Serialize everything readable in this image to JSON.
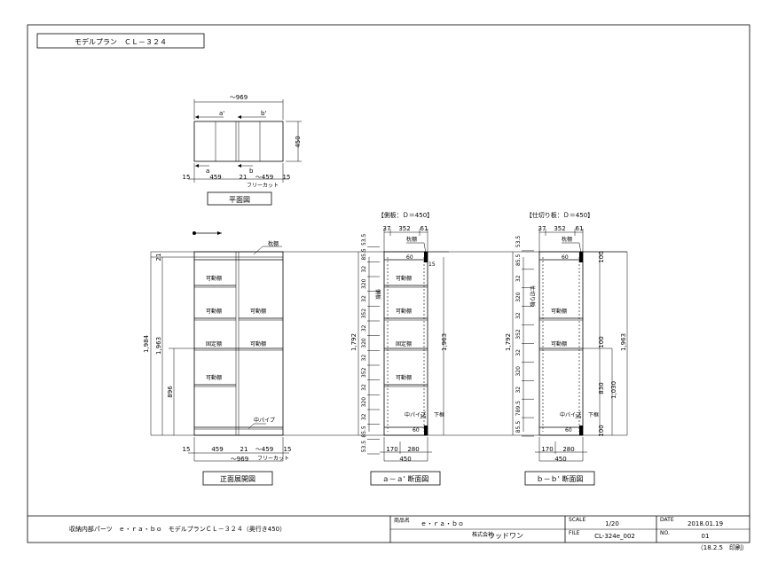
{
  "title": "モデルプラン　ＣＬ－３２４",
  "plan": {
    "top_width": "～969",
    "a_prime": "a'",
    "b_prime": "b'",
    "a": "a",
    "b": "b",
    "depth": "450",
    "dims": [
      "15",
      "459",
      "21",
      "～459",
      "15"
    ],
    "free_cut": "フリーカット",
    "label": "平面図"
  },
  "front": {
    "label": "正面展開図",
    "left_total": "1,984",
    "left_inner": "1,963",
    "left_top": "21",
    "left_lower": "896",
    "top_shelf": "枕棚",
    "movable_shelf": "可動棚",
    "fixed_shelf": "固定棚",
    "pipe": "中パイプ",
    "bottom_dims": [
      "15",
      "459",
      "21",
      "～459",
      "15"
    ],
    "bottom_total": "～969",
    "free_cut": "フリーカット"
  },
  "section_a": {
    "header": "【側板：Ｄ＝450】",
    "label": "ａ－ａ' 断面図",
    "top_dims": [
      "37",
      "352",
      "61"
    ],
    "left_dims": [
      "53.5",
      "85.5",
      "32",
      "320",
      "32",
      "352",
      "32",
      "320",
      "32",
      "352",
      "32",
      "320",
      "32",
      "85.5",
      "53.5"
    ],
    "left_total": "1,792",
    "right_total": "1,963",
    "small": [
      "60",
      "15",
      "35",
      "60"
    ],
    "top_shelf": "枕棚",
    "movable_shelf": "可動棚",
    "fixed_shelf": "固定棚",
    "side_board": "側板",
    "pipe": "中パイプ",
    "bottom_board": "下框",
    "bottom_dims": [
      "170",
      "280"
    ],
    "bottom_total": "450"
  },
  "section_b": {
    "header": "【仕切り板：Ｄ＝450】",
    "label": "ｂ－ｂ' 断面図",
    "top_dims": [
      "37",
      "352",
      "61"
    ],
    "left_dims": [
      "53.5",
      "85.5",
      "32",
      "320",
      "32",
      "352",
      "32",
      "320",
      "32",
      "789.5",
      "85.5"
    ],
    "left_total": "1,792",
    "right_dims": [
      "100",
      "100",
      "830",
      "1,030",
      "100"
    ],
    "right_total": "1,963",
    "small": [
      "60",
      "35",
      "60"
    ],
    "top_shelf": "枕棚",
    "movable_shelf": "可動棚",
    "partition": "仕切り板",
    "pipe": "中パイプ",
    "bottom_board": "下框",
    "bottom_dims": [
      "170",
      "280"
    ],
    "bottom_total": "450"
  },
  "title_block": {
    "name": "収納内部パーツ　ｅ・ｒａ・ｂｏ　モデルプランＣＬ－３２４（奥行き450）",
    "brand_label": "商品名",
    "brand": "ｅ・ｒａ・ｂｏ",
    "company_label": "株式会社",
    "company": "ウッドワン",
    "scale_label": "SCALE",
    "scale": "1/20",
    "file_label": "FILE",
    "file": "CL-324e_002",
    "date_label": "DATE",
    "date": "2018.01.19",
    "no_label": "NO.",
    "no": "01",
    "print": "（18.2.5　印刷）"
  }
}
